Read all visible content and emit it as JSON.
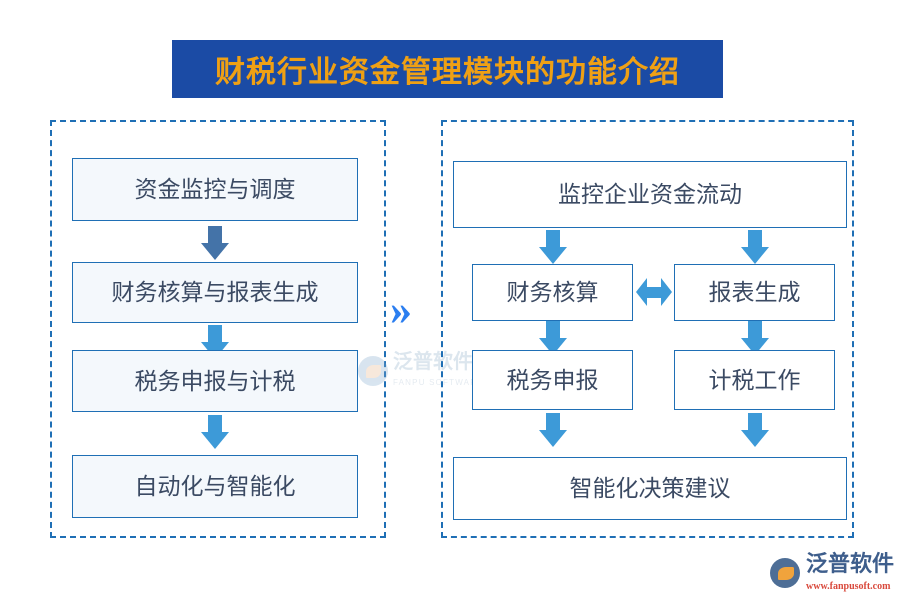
{
  "title": {
    "text": "财税行业资金管理模块的功能介绍",
    "bar_color": "#1B4BA5",
    "text_color": "#EFA014"
  },
  "separator": {
    "glyph": "»",
    "color": "#2B7EF0"
  },
  "left_panel": {
    "name": "左侧流程面板",
    "border_color": "#1F6FB5",
    "box_fill": "#F4F8FC",
    "nodes": [
      {
        "label": "资金监控与调度"
      },
      {
        "label": "财务核算与报表生成"
      },
      {
        "label": "税务申报与计税"
      },
      {
        "label": "自动化与智能化"
      }
    ],
    "arrows": [
      {
        "name": "arrow-1",
        "color": "#4473A8",
        "direction": "down"
      },
      {
        "name": "arrow-2",
        "color": "#3D9AD8",
        "direction": "down"
      },
      {
        "name": "arrow-3",
        "color": "#3D9AD8",
        "direction": "down"
      }
    ]
  },
  "right_panel": {
    "name": "右侧展开流程面板",
    "border_color": "#1F6FB5",
    "box_fill": "#FFFFFF",
    "top": {
      "label": "监控企业资金流动"
    },
    "middle_left": {
      "label": "财务核算"
    },
    "middle_right": {
      "label": "报表生成"
    },
    "lower_left": {
      "label": "税务申报"
    },
    "lower_right": {
      "label": "计税工作"
    },
    "bottom": {
      "label": "智能化决策建议"
    },
    "bidirectional_arrow": {
      "color": "#3D9AD8",
      "direction": "both"
    },
    "arrow_color": "#3D9AD8"
  },
  "watermark": {
    "cn": "泛普软件",
    "en": "FANPU SOFTWARE"
  },
  "logo": {
    "cn": "泛普软件",
    "url": "www.fanpusoft.com"
  }
}
